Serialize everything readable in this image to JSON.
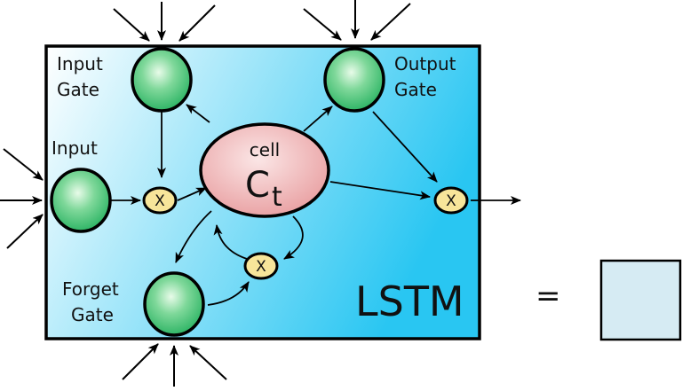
{
  "diagram": {
    "labels": {
      "input": "Input",
      "input_gate_line1": "Input",
      "input_gate_line2": "Gate",
      "output_gate_line1": "Output",
      "output_gate_line2": "Gate",
      "forget_gate_line1": "Forget",
      "forget_gate_line2": "Gate",
      "cell_word": "cell",
      "cell_symbol": "C",
      "cell_subscript": "t",
      "multiply_symbol": "X",
      "lstm_title": "LSTM",
      "equals": "="
    },
    "colors": {
      "box_gradient_start": "#ffffff",
      "box_gradient_end": "#29c6f2",
      "gate_fill": "#2fb566",
      "gate_highlight": "#e8fbe9",
      "cell_fill": "#e9a0a2",
      "cell_highlight": "#fbe6e6",
      "multiply_fill": "#f7e59a",
      "small_box_fill": "#d6ebf3",
      "stroke": "#000000"
    }
  }
}
